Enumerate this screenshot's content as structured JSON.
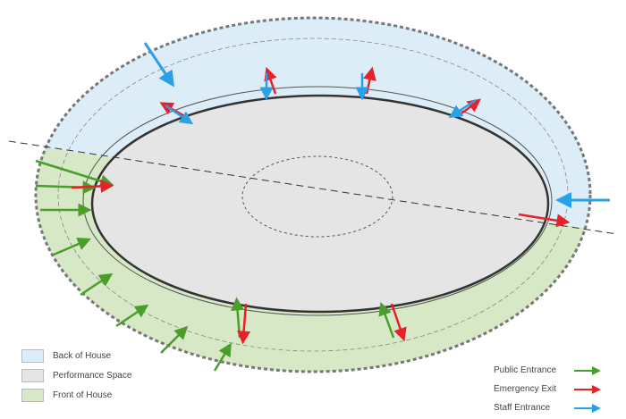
{
  "legend_areas": [
    {
      "label": "Back of House",
      "color": "#dcedf8"
    },
    {
      "label": "Performance Space",
      "color": "#e5e5e5"
    },
    {
      "label": "Front of House",
      "color": "#d6e8c6"
    }
  ],
  "legend_arrows": [
    {
      "label": "Public Entrance",
      "color": "#4a9e2a"
    },
    {
      "label": "Emergency Exit",
      "color": "#e8202a"
    },
    {
      "label": "Staff Entrance",
      "color": "#2aa0e8"
    }
  ]
}
